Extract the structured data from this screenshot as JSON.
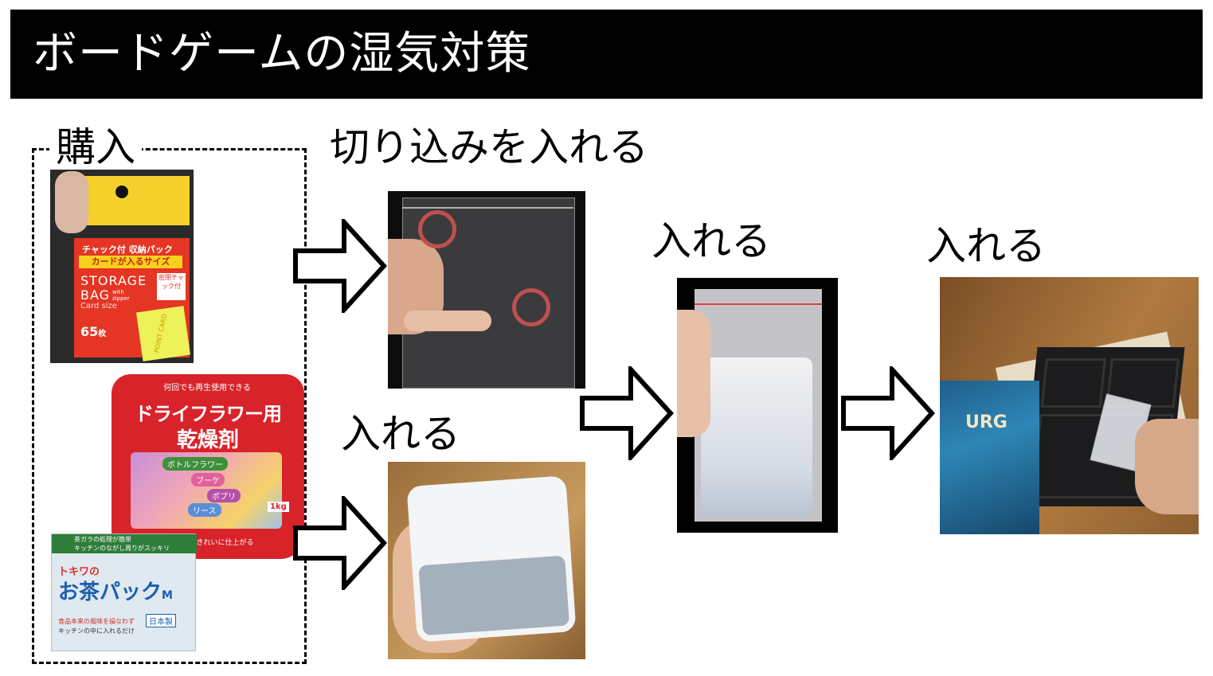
{
  "title": "ボードゲームの湿気対策",
  "labels": {
    "purchase": "購入",
    "cut": "切り込みを入れる",
    "insert_1": "入れる",
    "insert_2": "入れる",
    "insert_3": "入れる"
  },
  "products": {
    "storage_bag": {
      "line1": "チャック付 収納パック",
      "line2": "カードが入るサイズ",
      "brand": "STORAGE",
      "brand2": "BAG",
      "sub": "with zipper",
      "size": "Card size",
      "count": "65",
      "count_unit": "枚",
      "badge": "密閉チャック付",
      "card": "POINT CARD"
    },
    "desiccant": {
      "banner": "何回でも再生使用できる",
      "name1": "ドライフラワー用",
      "name2": "乾燥剤",
      "tag1": "ボトルフラワー",
      "tag2": "ブーケ",
      "tag3": "ポプリ",
      "tag4": "リース",
      "weight": "1kg",
      "bottom": "開花だからきれいに仕上がる"
    },
    "tea_pack": {
      "top1": "茶ガラの処理が簡単",
      "top2": "キッチンのながし周りがスッキリ",
      "brand": "トキワの",
      "name": "お茶パック",
      "size": "M",
      "made": "日本製",
      "note1": "食品本来の風味を損なわず",
      "note2": "キッチンの中に入れるだけ"
    },
    "box": {
      "logo": "URG"
    }
  },
  "colors": {
    "title_bg": "#000000",
    "title_fg": "#ffffff",
    "circle_mark": "#c0504d"
  }
}
